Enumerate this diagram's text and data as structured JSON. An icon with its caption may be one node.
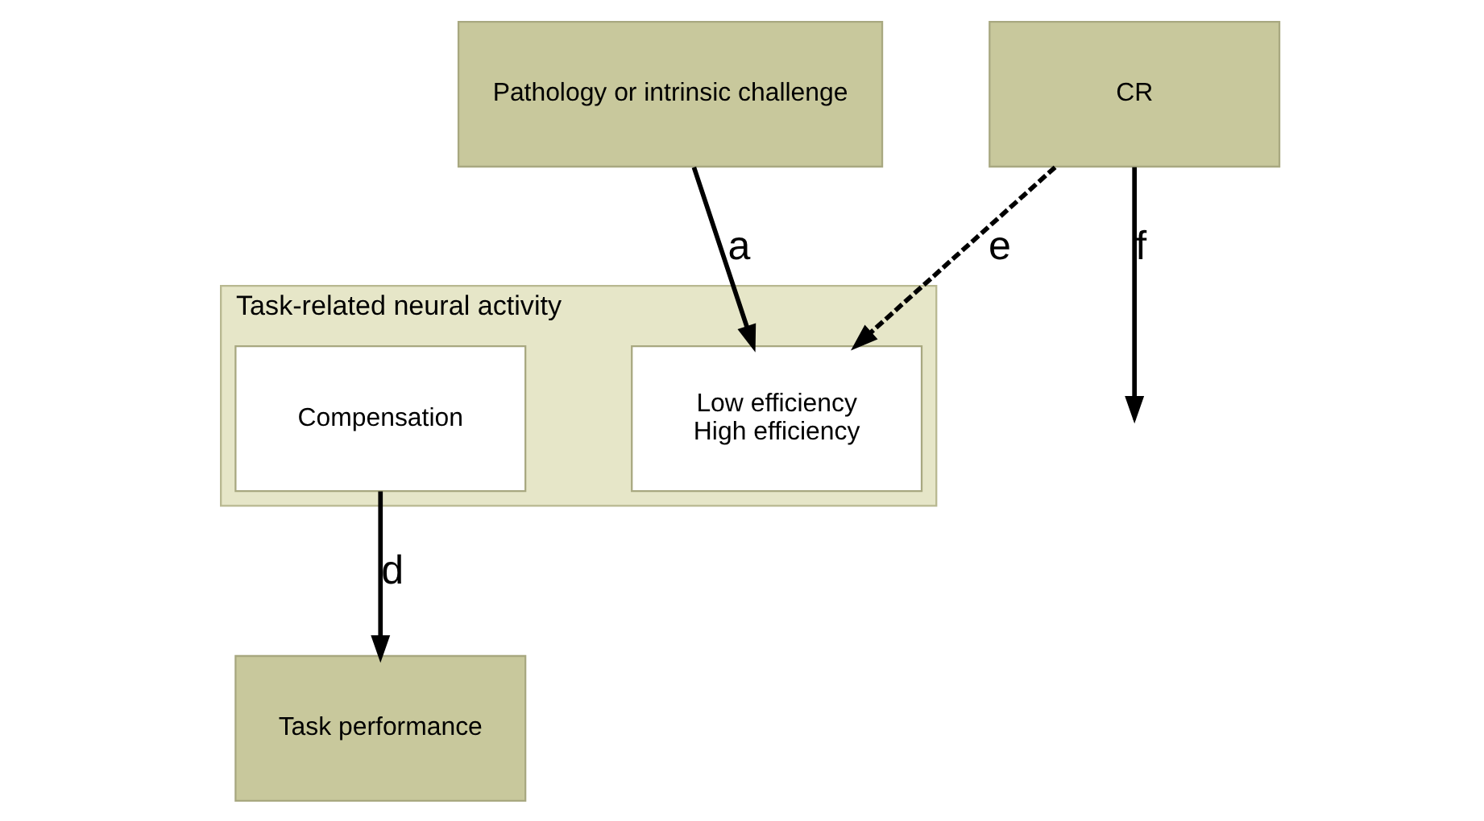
{
  "diagram": {
    "nodes": [
      {
        "text": [
          "Task-related neural activity"
        ]
      },
      {
        "text": [
          "Low efficiency",
          "High efficiency"
        ],
        "in": 0
      },
      {
        "text": [
          "Compensation"
        ],
        "in": 0
      },
      {
        "text": [
          "Pathology or intrinsic challenge"
        ]
      },
      {
        "text": [
          "Task performance"
        ]
      },
      {
        "text": [
          "CR"
        ]
      }
    ],
    "edges": [
      {
        "from": 3,
        "to": 1,
        "arrow": "to",
        "label": "a"
      },
      {
        "from": 2,
        "to": 4,
        "arrow": "to",
        "label": "d"
      },
      {
        "from": 5,
        "to": 1,
        "arrow": "to",
        "label": "e",
        "style": "dashed"
      },
      {
        "from": 5,
        "to": null,
        "arrow": "to",
        "label": "f"
      }
    ]
  }
}
